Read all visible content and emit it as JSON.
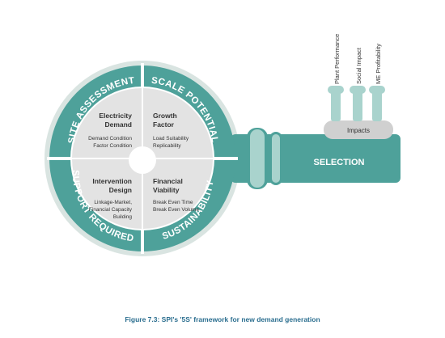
{
  "diagram": {
    "ring_labels": {
      "top_left": "SITE ASSESSMENT",
      "top_right": "SCALE POTENTIAL",
      "bottom_left": "SUPPORT REQUIRED",
      "bottom_right": "SUSTAINABILITY"
    },
    "quadrants": {
      "top_left": {
        "title_1": "Electricity",
        "title_2": "Demand",
        "line_1": "Demand Condition",
        "line_2": "Factor Condition"
      },
      "top_right": {
        "title_1": "Growth",
        "title_2": "Factor",
        "line_1": "Load Suitability",
        "line_2": "Replicability"
      },
      "bottom_left": {
        "title_1": "Intervention",
        "title_2": "Design",
        "line_1": "Linkage-Market,",
        "line_2": "Financial Capacity",
        "line_3": "Building"
      },
      "bottom_right": {
        "title_1": "Financial",
        "title_2": "Viability",
        "line_1": "Break Even Time",
        "line_2": "Break Even Volume"
      }
    },
    "handle_label": "SELECTION",
    "impacts_label": "Impacts",
    "impact_items": [
      "Plant Performance",
      "Social Impact",
      "ME Profitability"
    ]
  },
  "caption": "Figure 7.3: SPI's '5S' framework for new demand generation",
  "colors": {
    "teal": "#4ea19a",
    "light_teal": "#a9d3cd",
    "grey_light": "#e3e3e3",
    "grey_mid": "#d0d0d0",
    "outer_ring": "#d9e4e1",
    "text_dark": "#333333",
    "caption": "#2b6e8f"
  }
}
